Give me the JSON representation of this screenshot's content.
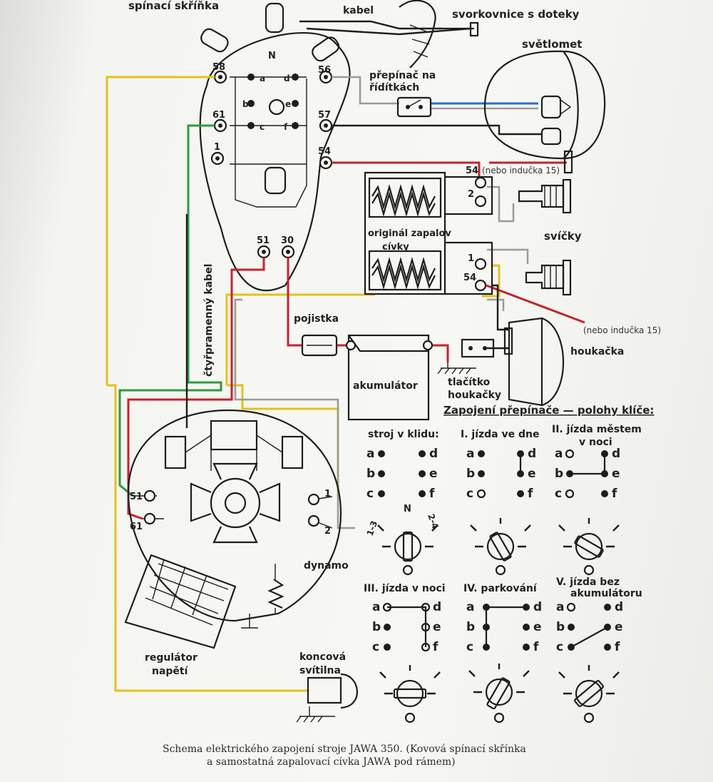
{
  "diagram": {
    "labels": {
      "spinaci": "spínací skříňka",
      "kabel": "kabel",
      "svorkovnice": "svorkovnice s doteky",
      "svetlomet": "světlomet",
      "prepinac1": "přepínač na",
      "prepinac2": "řídítkách",
      "nebo15a": "(nebo indučka 15)",
      "nebo15b": "(nebo indučka 15)",
      "zapal1": "originál zapalov",
      "zapal2": "cívky",
      "svicky": "svíčky",
      "pojistka": "pojistka",
      "akumulator": "akumulátor",
      "houkacka": "houkačka",
      "tlacitko1": "tlačítko",
      "tlacitko2": "houkačky",
      "ctyr": "čtyřpramenný kabel",
      "dynamo": "dynamo",
      "regulator1": "regulátor",
      "regulator2": "napětí",
      "koncova1": "koncová",
      "koncova2": "svítilna"
    },
    "terminals": {
      "t58": "58",
      "tN": "N",
      "t56": "56",
      "t61": "61",
      "t57": "57",
      "t1": "1",
      "t54": "54",
      "t51": "51",
      "t30": "30",
      "t54b": "54",
      "t2": "2",
      "t1b": "1",
      "t54c": "54",
      "d51": "51",
      "d61": "61",
      "d1": "1",
      "d2": "2",
      "kl": "1-3",
      "kr": "2-4",
      "a": "a",
      "b": "b",
      "c": "c",
      "d": "d",
      "e": "e",
      "f": "f"
    },
    "switch_title": "Zapojení přepínače — polohy klíče:",
    "positions": [
      {
        "title": "stroj v klidu:"
      },
      {
        "title": "I. jízda ve dne"
      },
      {
        "title": "II. jízda městem",
        "title2": "v noci"
      },
      {
        "title": "III. jízda v noci"
      },
      {
        "title": "IV. parkování"
      },
      {
        "title": "V. jízda bez",
        "title2": "akumulátoru"
      }
    ],
    "caption": {
      "line1": "Schema elektrického zapojení stroje JAWA 350. (Kovová spínací skřínka",
      "line2": "a samostatná zapalovací cívka JAWA pod rámem)"
    },
    "colors": {
      "yellow": "#e3c21c",
      "green": "#2e9a3e",
      "red": "#c4242d",
      "blue": "#2a6fc9",
      "gray": "#9a9a9a",
      "ink": "#1d1d1d"
    }
  }
}
